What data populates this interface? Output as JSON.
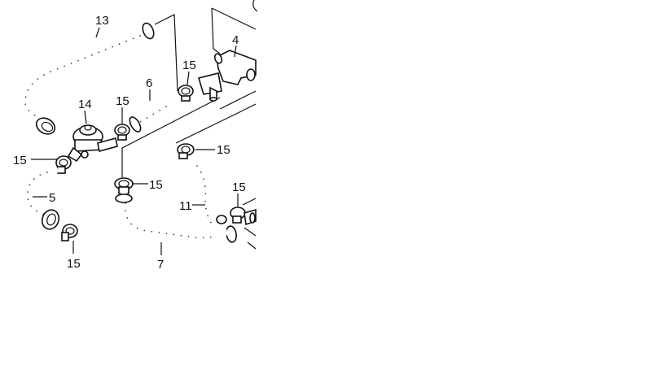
{
  "diagram": {
    "labels": {
      "l13": "13",
      "l4": "4",
      "l15_a": "15",
      "l6": "6",
      "l14": "14",
      "l15_b": "15",
      "l15_c": "15",
      "l5": "5",
      "l15_d": "15",
      "l15_e": "15",
      "l15_f": "15",
      "l15_g": "15",
      "l11": "11",
      "l7": "7"
    }
  }
}
